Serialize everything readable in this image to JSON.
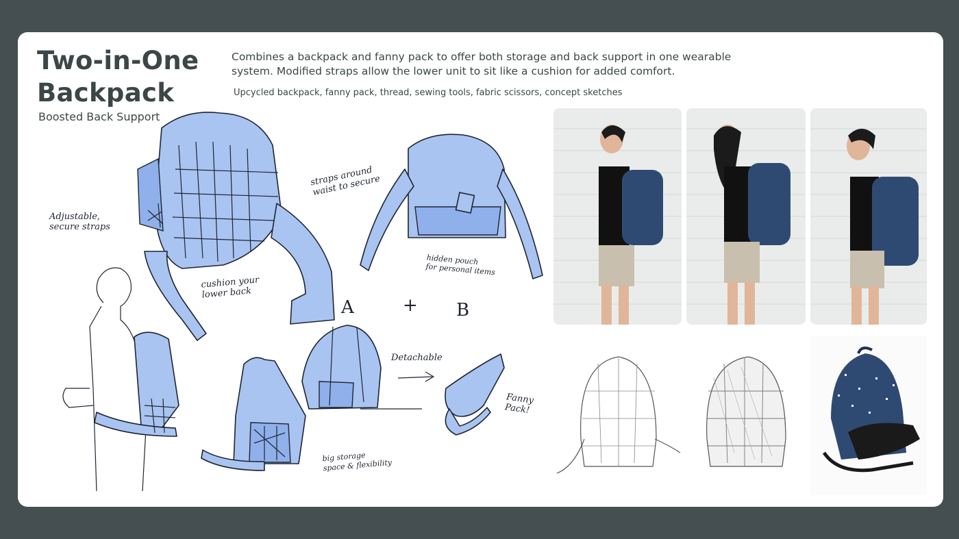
{
  "header": {
    "title_line1": "Two-in-One",
    "title_line2": "Backpack",
    "subtitle": "Boosted Back Support",
    "description": "Combines a backpack and fanny pack to offer both storage and back support in one wearable system. Modified straps allow the lower unit to sit like a cushion for added comfort.",
    "materials": "Upcycled backpack, fanny pack, thread, sewing tools, fabric scissors, concept sketches"
  },
  "sketch_notes": {
    "adjustable": "Adjustable,\nsecure straps",
    "straps_around": "straps around\nwaist to secure",
    "cushion": "cushion your\nlower back",
    "hidden_pouch": "hidden pouch\nfor personal items",
    "label_a": "A",
    "plus": "+",
    "label_b": "B",
    "detachable": "Detachable",
    "fanny_pack": "Fanny\nPack!",
    "big_storage": "big storage\nspace & flexibility"
  },
  "colors": {
    "background": "#454e50",
    "card": "#ffffff",
    "text": "#3d4647",
    "sketch_blue": "#a9c4f1",
    "denim": "#2f4a72"
  }
}
